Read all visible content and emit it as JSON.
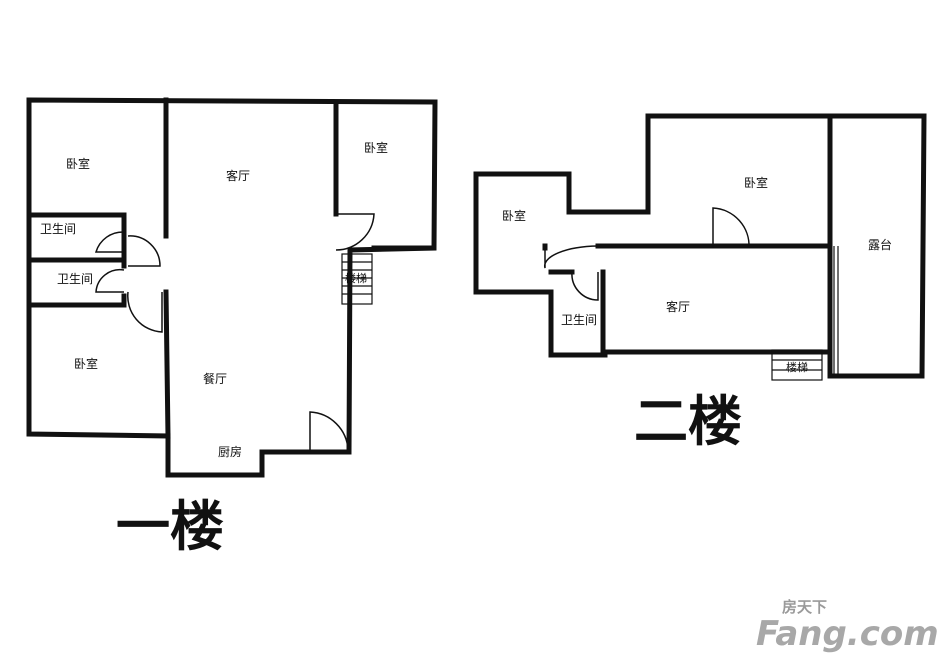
{
  "floor1": {
    "title": "一楼",
    "rooms": {
      "bedroom_top_left": "卧室",
      "bathroom_1": "卫生间",
      "bathroom_2": "卫生间",
      "bedroom_bottom_left": "卧室",
      "living_room": "客厅",
      "bedroom_right": "卧室",
      "dining_room": "餐厅",
      "kitchen": "厨房",
      "stairs": "楼梯"
    }
  },
  "floor2": {
    "title": "二楼",
    "rooms": {
      "bedroom_left": "卧室",
      "bedroom_center": "卧室",
      "terrace": "露台",
      "bathroom": "卫生间",
      "living_room": "客厅",
      "stairs": "楼梯"
    }
  },
  "watermark": {
    "chinese": "房天下",
    "english": "Fang.com"
  }
}
